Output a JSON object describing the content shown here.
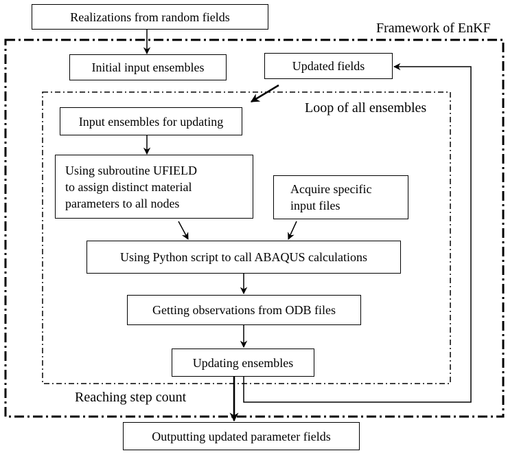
{
  "frame_labels": {
    "framework": "Framework of EnKF",
    "loop": "Loop of all ensembles",
    "step": "Reaching step count"
  },
  "boxes": {
    "realizations": "Realizations from random fields",
    "initial_input": "Initial input ensembles",
    "updated_fields": "Updated fields",
    "input_updating": "Input ensembles for updating",
    "ufield_line1": "Using subroutine UFIELD",
    "ufield_line2": "to  assign distinct material",
    "ufield_line3": "parameters to all nodes",
    "acquire_line1": "Acquire specific",
    "acquire_line2": "input files",
    "python_abaqus": "Using Python script to call ABAQUS calculations",
    "observations": "Getting observations from ODB files",
    "updating": "Updating ensembles",
    "outputting": "Outputting updated parameter fields"
  }
}
